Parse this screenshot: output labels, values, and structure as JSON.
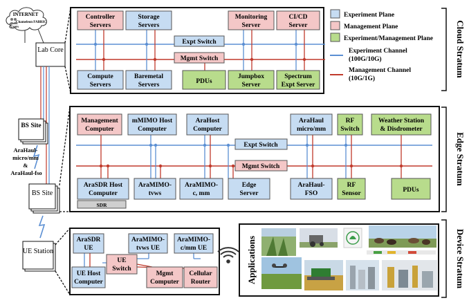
{
  "colors": {
    "experiment": "#c6dcf2",
    "management": "#f4c7c7",
    "both": "#b8dc8c",
    "exp_line": "#5b8fd3",
    "mgmt_line": "#c0392b",
    "stratum_border": "#111111"
  },
  "internet": {
    "label": "INTERNET",
    "users": "Users",
    "fabric": "Chameleon FABRIC"
  },
  "lab_core": "Lab Core",
  "bs_site_top": "BS Site",
  "bs_site_main": "BS Site",
  "ue_station": "UE Station",
  "backhaul_label": [
    "AraHaul-",
    "micro/mm",
    "&",
    "AraHaul-fso"
  ],
  "legend": {
    "experiment_plane": "Experiment Plane",
    "management_plane": "Management Plane",
    "both_plane": "Experiment/Management Plane",
    "experiment_channel": [
      "Experiment Channel",
      "(100G/10G)"
    ],
    "management_channel": [
      "Management Channel",
      "(10G/1G)"
    ]
  },
  "strata": {
    "cloud": "Cloud Stratum",
    "edge": "Edge Stratum",
    "device": "Device Stratum"
  },
  "cloud": {
    "controller": [
      "Controller",
      "Servers"
    ],
    "storage": [
      "Storage",
      "Servers"
    ],
    "monitoring": [
      "Monitoring",
      "Server"
    ],
    "cicd": [
      "CI/CD",
      "Server"
    ],
    "expt_switch": "Expt Switch",
    "mgmt_switch": "Mgmt Switch",
    "compute": [
      "Compute",
      "Servers"
    ],
    "baremetal": [
      "Baremetal",
      "Servers"
    ],
    "pdus": "PDUs",
    "jumpbox": [
      "Jumpbox",
      "Server"
    ],
    "spectrum": [
      "Spectrum",
      "Expt Server"
    ]
  },
  "edge": {
    "mgmt_computer": [
      "Management",
      "Computer"
    ],
    "mmimo_host": [
      "mMIMO Host",
      "Computer"
    ],
    "arahost": [
      "AraHost",
      "Computer"
    ],
    "arahaul_mm": [
      "AraHaul",
      "micro/mm"
    ],
    "rf_switch": [
      "RF",
      "Switch"
    ],
    "weather": [
      "Weather Station",
      "& Disdrometer"
    ],
    "expt_switch": "Expt Switch",
    "mgmt_switch": "Mgmt Switch",
    "arasdr_host": [
      "AraSDR Host",
      "Computer"
    ],
    "sdr": "SDR",
    "aramimo_tvws": [
      "AraMIMO-",
      "tvws"
    ],
    "aramimo_cmm": [
      "AraMIMO-",
      "c, mm"
    ],
    "edge_server": [
      "Edge",
      "Server"
    ],
    "arahaul_fso": [
      "AraHaul-",
      "FSO"
    ],
    "rf_sensor": [
      "RF",
      "Sensor"
    ],
    "pdus": "PDUs"
  },
  "device": {
    "arasdr_ue": [
      "AraSDR",
      "UE"
    ],
    "aramimo_tvws_ue": [
      "AraMIMO-",
      "tvws UE"
    ],
    "aramimo_cmm_ue": [
      "AraMIMO-",
      "c/mm UE"
    ],
    "ue_switch": [
      "UE",
      "Switch"
    ],
    "ue_host": [
      "UE Host",
      "Computer"
    ],
    "mgmt_computer": [
      "Mgmt",
      "Computer"
    ],
    "cellular_router": [
      "Cellular",
      "Router"
    ]
  },
  "applications": {
    "label": "Applications",
    "photos": [
      "crop-field",
      "tractor",
      "soil-sensor-logo",
      "cattle-field",
      "drone-over-field",
      "combine-harvester",
      "industrial-plant",
      "ag-facility"
    ]
  }
}
